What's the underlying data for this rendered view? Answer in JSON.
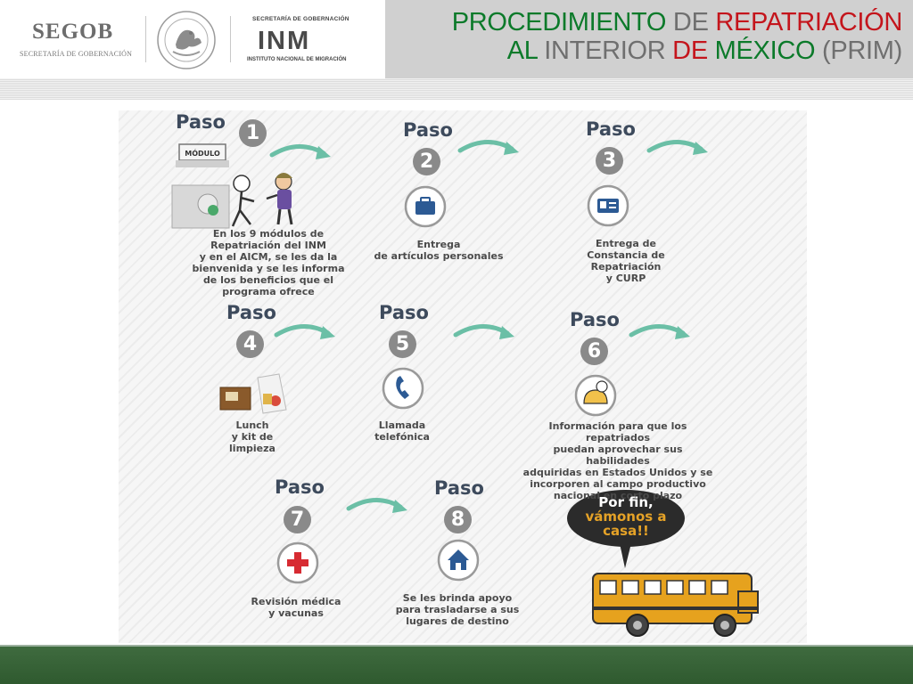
{
  "header": {
    "segob": {
      "name": "SEGOB",
      "subtitle": "SECRETARÍA DE GOBERNACIÓN"
    },
    "inm": {
      "top": "SECRETARÍA DE GOBERNACIÓN",
      "logo": "INM",
      "bottom": "INSTITUTO NACIONAL DE MIGRACIÓN"
    },
    "title": {
      "line1": [
        {
          "text": "PROCEDIMIENTO ",
          "color": "#0c7a2a"
        },
        {
          "text": "DE ",
          "color": "#6f6f6f"
        },
        {
          "text": "REPATRIACIÓN",
          "color": "#c4151c"
        }
      ],
      "line2": [
        {
          "text": "AL ",
          "color": "#0c7a2a"
        },
        {
          "text": "INTERIOR ",
          "color": "#6f6f6f"
        },
        {
          "text": "DE ",
          "color": "#c4151c"
        },
        {
          "text": "MÉXICO ",
          "color": "#0c7a2a"
        },
        {
          "text": "(PRIM)",
          "color": "#6f6f6f"
        }
      ]
    }
  },
  "infographic": {
    "paso_label": "Paso",
    "modulo_sign": "MÓDULO",
    "steps": [
      {
        "number": "1",
        "icon": "module-booth-icon",
        "lines": [
          "En los 9 módulos de",
          "Repatriación del INM",
          "y en el AICM, se les da la",
          "bienvenida y se les informa",
          "de los beneficios que el",
          "programa ofrece"
        ]
      },
      {
        "number": "2",
        "icon": "briefcase-icon",
        "lines": [
          "Entrega",
          "de artículos personales"
        ]
      },
      {
        "number": "3",
        "icon": "id-card-icon",
        "lines": [
          "Entrega de",
          "Constancia de",
          "Repatriación",
          "y CURP"
        ]
      },
      {
        "number": "4",
        "icon": "lunch-kit-icon",
        "lines": [
          "Lunch",
          "y kit de",
          "limpieza"
        ]
      },
      {
        "number": "5",
        "icon": "phone-icon",
        "lines": [
          "Llamada",
          "telefónica"
        ]
      },
      {
        "number": "6",
        "icon": "chef-worker-icon",
        "lines": [
          "Información para que los repatriados",
          "puedan aprovechar sus habilidades",
          "adquiridas en Estados Unidos y se",
          "incorporen al campo productivo",
          "nacional en corto plazo"
        ]
      },
      {
        "number": "7",
        "icon": "medical-cross-icon",
        "lines": [
          "Revisión médica",
          "y vacunas"
        ]
      },
      {
        "number": "8",
        "icon": "house-icon",
        "lines": [
          "Se les brinda apoyo",
          "para trasladarse a sus",
          "lugares de destino"
        ]
      }
    ],
    "speech": {
      "line1": "Por fin,",
      "line2": "vámonos a",
      "line3": "casa!!"
    },
    "colors": {
      "arrow": "#6bbfa6",
      "circle": "#8a8a8a",
      "icon_blue": "#2c5a94",
      "bus": "#e6a21e",
      "footer": "#3f6b3f"
    }
  }
}
